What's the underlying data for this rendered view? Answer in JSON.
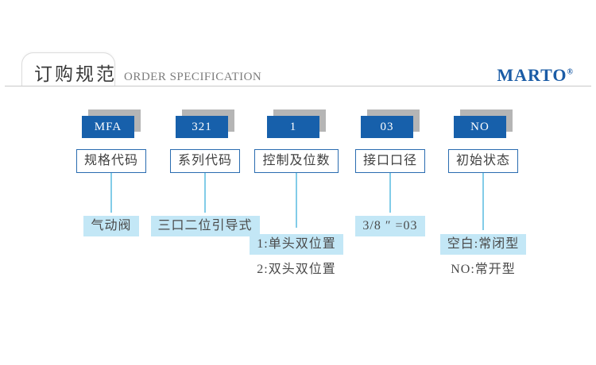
{
  "header": {
    "title": "订购规范",
    "subtitle": "ORDER SPECIFICATION",
    "brand": "MARTO",
    "brand_mark": "®"
  },
  "colors": {
    "code_box_blue": "#1760ab",
    "code_box_shadow_gray": "#b5b5b5",
    "label_border_blue": "#2a6cb0",
    "note_highlight_blue": "#c3e7f6",
    "connector_line_blue": "#82cce8",
    "brand_blue": "#1b5ca6",
    "divider_gray": "#c9c9c9"
  },
  "columns": [
    {
      "code": "MFA",
      "label": "规格代码",
      "notes": [
        {
          "text": "气动阀",
          "highlighted": true
        }
      ]
    },
    {
      "code": "321",
      "label": "系列代码",
      "notes": [
        {
          "text": "三口二位引导式",
          "highlighted": true
        }
      ]
    },
    {
      "code": "1",
      "label": "控制及位数",
      "notes": [
        {
          "text": "1:单头双位置",
          "highlighted": true
        },
        {
          "text": "2:双头双位置",
          "highlighted": false
        }
      ]
    },
    {
      "code": "03",
      "label": "接口口径",
      "notes": [
        {
          "text": "3/8 ″ =03",
          "highlighted": true
        }
      ]
    },
    {
      "code": "NO",
      "label": "初始状态",
      "notes": [
        {
          "text": "空白:常闭型",
          "highlighted": true
        },
        {
          "text": "NO:常开型",
          "highlighted": false
        }
      ]
    }
  ]
}
